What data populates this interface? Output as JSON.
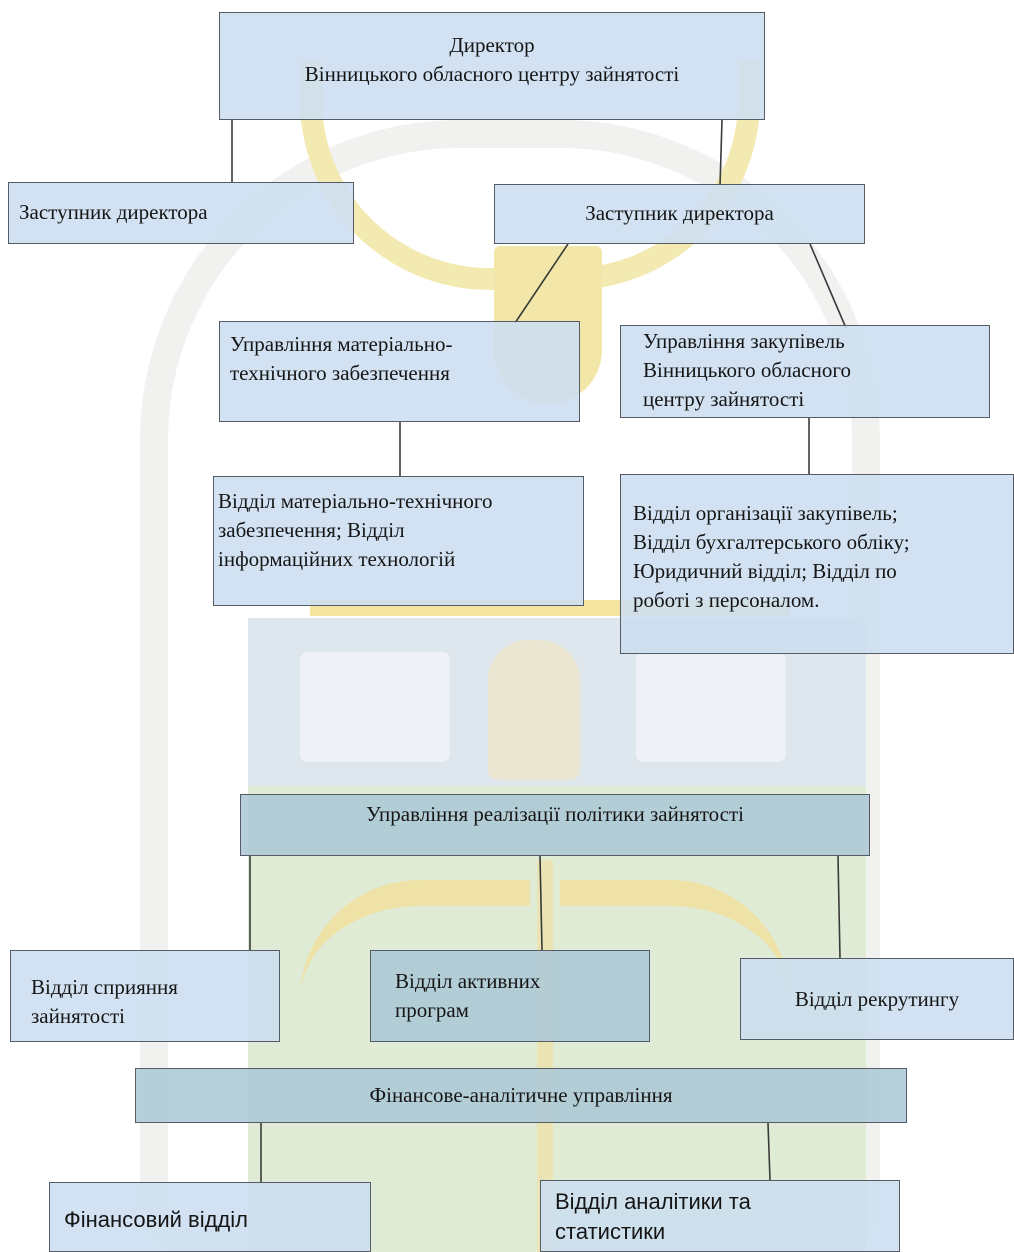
{
  "colors": {
    "box_fill": "#ccdef0",
    "box_fill_tinted": "#acc8d6",
    "box_border": "#555c66",
    "connector": "#3a3a3a",
    "watermark_shield": "#e0ebd6",
    "watermark_gold": "#f3eab2"
  },
  "watermark": {
    "icons": [
      "wreath-icon",
      "trident-coat-of-arms-icon",
      "open-book-icon",
      "archangel-icon",
      "caduceus-icon"
    ]
  },
  "org": {
    "director": "Директор\nВінницького обласного центру зайнятості",
    "deputy_left": "Заступник директора",
    "deputy_right": "Заступник директора",
    "logistics_management": "Управління матеріально-\nтехнічного забезпечення",
    "procurement_management": "Управління закупівель\nВінницького обласного\nцентру зайнятості",
    "logistics_departments": "Відділ матеріально-технічного\nзабезпечення; Відділ\nінформаційних технологій",
    "procurement_departments": "Відділ організації закупівель;\nВідділ бухгалтерського обліку;\nЮридичний відділ; Відділ по\nроботі з персоналом.",
    "employment_policy_management": "Управління реалізації політики зайнятості",
    "employment_promotion_department": "Відділ сприяння\nзайнятості",
    "active_programs_department": "Відділ активних\nпрограм",
    "recruiting_department": "Відділ рекрутингу",
    "finance_analytics_management": "Фінансове-аналітичне управління",
    "finance_department": "Фінансовий відділ",
    "analytics_department": "Відділ аналітики та\nстатистики"
  }
}
